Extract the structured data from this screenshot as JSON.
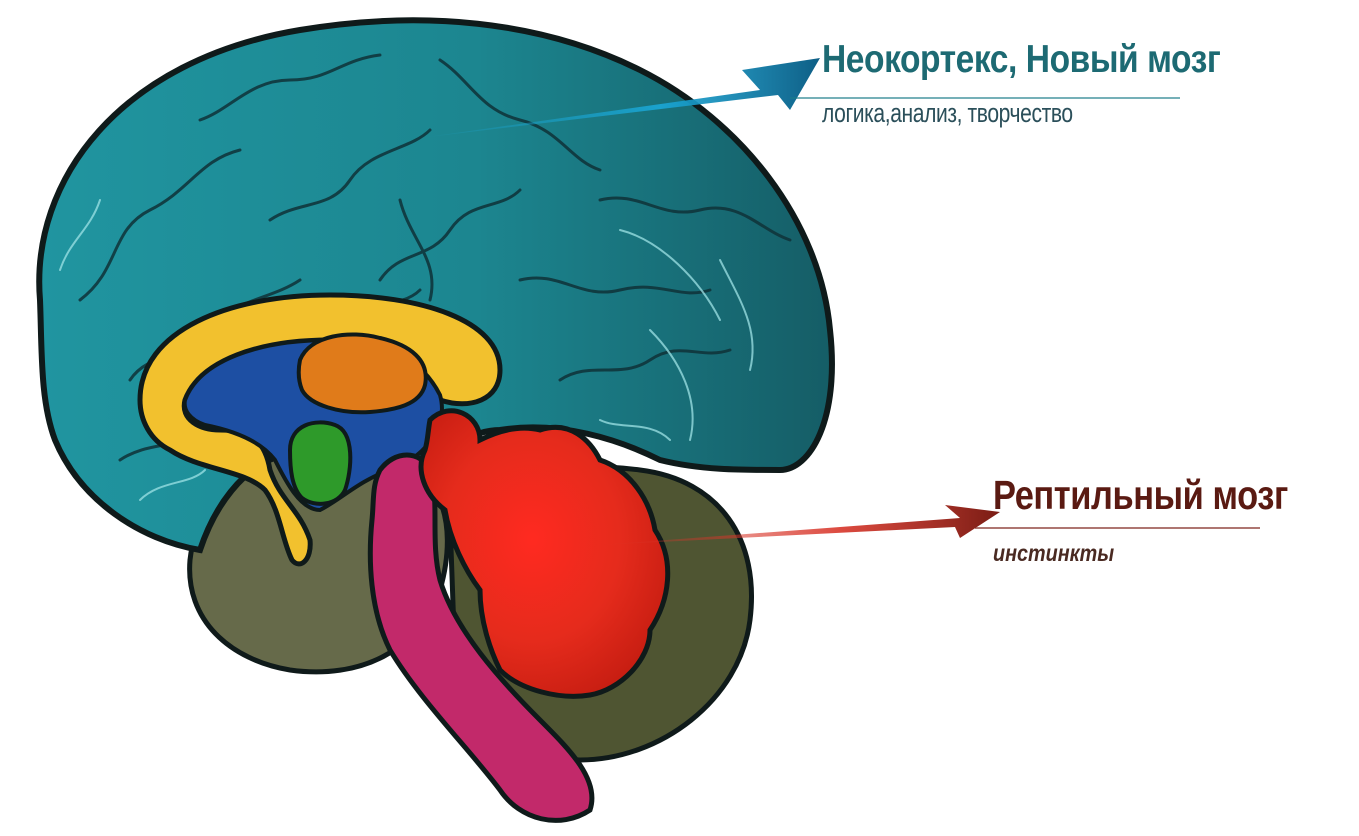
{
  "labels": {
    "neocortex": {
      "title": "Неокортекс, Новый мозг",
      "subtitle": "логика,анализ, творчество",
      "title_color": "#1d6a73",
      "subtitle_color": "#2b4f5a",
      "pointer_color": "#1aa7d6"
    },
    "reptilian": {
      "title": "Рептильный мозг",
      "subtitle": "инстинкты",
      "title_color": "#5a1a12",
      "subtitle_color": "#4a2a22",
      "pointer_color": "#d8362a"
    }
  },
  "colors": {
    "cortex": "#1f8c95",
    "cortex_dark": "#176e76",
    "corpus_callosum": "#f2c12e",
    "ventricle": "#1d4fa3",
    "thalamus": "#e07b1a",
    "amygdala": "#2e9a2a",
    "cerebellum": "#4f5532",
    "temporal_lower": "#6b6d4e",
    "brainstem": "#c2296a",
    "reptilian_core": "#e52b1c",
    "outline": "#0f1a1a"
  }
}
